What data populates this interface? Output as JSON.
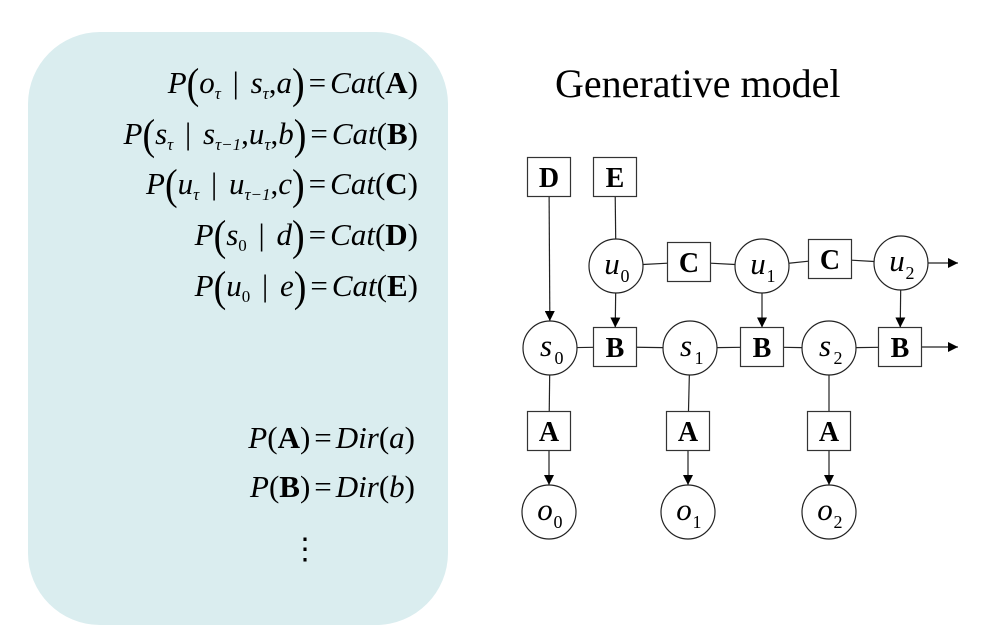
{
  "panel": {
    "background_color": "#daedef",
    "equations": [
      {
        "lhs_var": "o",
        "lhs_sub": "τ",
        "given": [
          [
            "s",
            "τ"
          ],
          [
            "a",
            ""
          ]
        ],
        "param": "A",
        "dist": "Cat"
      },
      {
        "lhs_var": "s",
        "lhs_sub": "τ",
        "given": [
          [
            "s",
            "τ−1"
          ],
          [
            "u",
            "τ"
          ],
          [
            "b",
            ""
          ]
        ],
        "param": "B",
        "dist": "Cat"
      },
      {
        "lhs_var": "u",
        "lhs_sub": "τ",
        "given": [
          [
            "u",
            "τ−1"
          ],
          [
            "c",
            ""
          ]
        ],
        "param": "C",
        "dist": "Cat"
      },
      {
        "lhs_var": "s",
        "lhs_sub": "0",
        "given": [
          [
            "d",
            ""
          ]
        ],
        "param": "D",
        "dist": "Cat"
      },
      {
        "lhs_var": "u",
        "lhs_sub": "0",
        "given": [
          [
            "e",
            ""
          ]
        ],
        "param": "E",
        "dist": "Cat"
      }
    ],
    "priors": [
      {
        "param": "A",
        "dist": "Dir",
        "hyper": "a"
      },
      {
        "param": "B",
        "dist": "Dir",
        "hyper": "b"
      }
    ],
    "continuation": "⋮"
  },
  "diagram": {
    "title": "Generative model",
    "factor_nodes": [
      {
        "id": "D1",
        "label": "D"
      },
      {
        "id": "E1",
        "label": "E"
      },
      {
        "id": "C1",
        "label": "C"
      },
      {
        "id": "C2",
        "label": "C"
      },
      {
        "id": "B1",
        "label": "B"
      },
      {
        "id": "B2",
        "label": "B"
      },
      {
        "id": "B3",
        "label": "B"
      },
      {
        "id": "A0",
        "label": "A"
      },
      {
        "id": "A1",
        "label": "A"
      },
      {
        "id": "A2",
        "label": "A"
      }
    ],
    "variable_nodes": [
      {
        "id": "u0",
        "var": "u",
        "sub": "0"
      },
      {
        "id": "u1",
        "var": "u",
        "sub": "1"
      },
      {
        "id": "u2",
        "var": "u",
        "sub": "2"
      },
      {
        "id": "s0",
        "var": "s",
        "sub": "0"
      },
      {
        "id": "s1",
        "var": "s",
        "sub": "1"
      },
      {
        "id": "s2",
        "var": "s",
        "sub": "2"
      },
      {
        "id": "o0",
        "var": "o",
        "sub": "0"
      },
      {
        "id": "o1",
        "var": "o",
        "sub": "1"
      },
      {
        "id": "o2",
        "var": "o",
        "sub": "2"
      }
    ],
    "edges": [
      {
        "from": "D1",
        "to": "s0",
        "arrow": true
      },
      {
        "from": "E1",
        "to": "u0",
        "arrow": false
      },
      {
        "from": "u0",
        "to": "C1",
        "arrow": false
      },
      {
        "from": "C1",
        "to": "u1",
        "arrow": false
      },
      {
        "from": "u1",
        "to": "C2",
        "arrow": false
      },
      {
        "from": "C2",
        "to": "u2",
        "arrow": false
      },
      {
        "from": "u2",
        "to": "next-u",
        "arrow": true
      },
      {
        "from": "u0",
        "to": "B1",
        "arrow": true
      },
      {
        "from": "u1",
        "to": "B2",
        "arrow": true
      },
      {
        "from": "u2",
        "to": "B3",
        "arrow": true
      },
      {
        "from": "s0",
        "to": "B1",
        "arrow": false
      },
      {
        "from": "B1",
        "to": "s1",
        "arrow": false
      },
      {
        "from": "s1",
        "to": "B2",
        "arrow": false
      },
      {
        "from": "B2",
        "to": "s2",
        "arrow": false
      },
      {
        "from": "s2",
        "to": "B3",
        "arrow": false
      },
      {
        "from": "B3",
        "to": "next-s",
        "arrow": true
      },
      {
        "from": "s0",
        "to": "A0",
        "arrow": false
      },
      {
        "from": "s1",
        "to": "A1",
        "arrow": false
      },
      {
        "from": "s2",
        "to": "A2",
        "arrow": false
      },
      {
        "from": "A0",
        "to": "o0",
        "arrow": true
      },
      {
        "from": "A1",
        "to": "o1",
        "arrow": true
      },
      {
        "from": "A2",
        "to": "o2",
        "arrow": true
      }
    ]
  }
}
